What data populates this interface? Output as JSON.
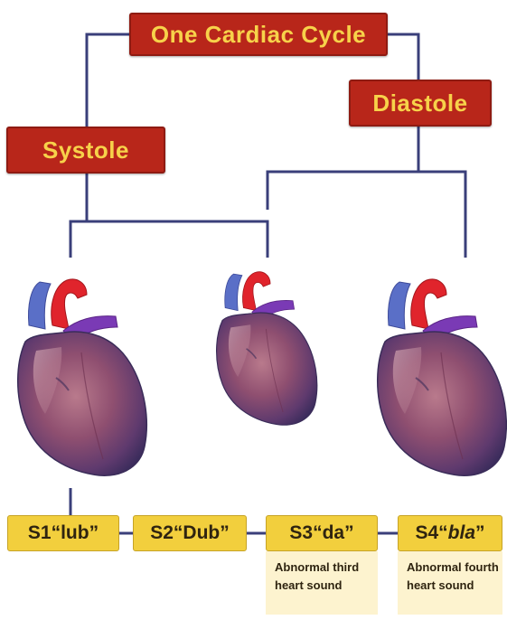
{
  "title": "One Cardiac Cycle",
  "phases": {
    "systole": "Systole",
    "diastole": "Diastole"
  },
  "sounds": [
    {
      "label_prefix": "S1 ",
      "word": "“lub”",
      "word_italic": false,
      "note_lines": []
    },
    {
      "label_prefix": "S2 ",
      "word": "“Dub”",
      "word_italic": false,
      "note_lines": []
    },
    {
      "label_prefix": "S3 ",
      "word": "“da”",
      "word_italic": false,
      "note_lines": [
        "Abnormal third",
        "heart sound"
      ]
    },
    {
      "label_prefix": "S4 ",
      "word": "bla",
      "word_italic": true,
      "word_open": "“",
      "word_close": "”",
      "note_lines": [
        "Abnormal fourth",
        "heart sound"
      ]
    }
  ],
  "colors": {
    "connector": "#3a3f7a",
    "title_box": "#b8261a",
    "title_text": "#f7d24a",
    "sound_tab": "#f2cf3d",
    "note_box": "#fdf3cf"
  },
  "icons": [
    "heart-illustration",
    "heart-illustration",
    "heart-illustration"
  ]
}
